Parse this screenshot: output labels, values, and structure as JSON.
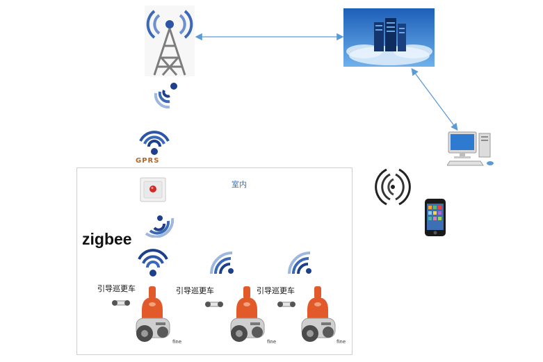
{
  "labels": {
    "gprs": "GPRS",
    "indoor": "室内",
    "zigbee": "zigbee"
  },
  "robots": [
    {
      "label": "引导巡更车",
      "brand": "fine"
    },
    {
      "label": "引导巡更车",
      "brand": "fine"
    },
    {
      "label": "引导巡更车",
      "brand": "fine"
    }
  ],
  "colors": {
    "connector": "#5b9bd5",
    "wifi_dark": "#1e3f8a",
    "wifi_light": "#9db7df",
    "robot_orange": "#e25a2a",
    "indoor_border": "#cfcfcf"
  },
  "icons": {
    "tower": "radio-tower-icon",
    "server": "cloud-server-icon",
    "computer": "desktop-computer-icon",
    "phone": "smartphone-icon",
    "gateway": "alarm-button-icon"
  }
}
